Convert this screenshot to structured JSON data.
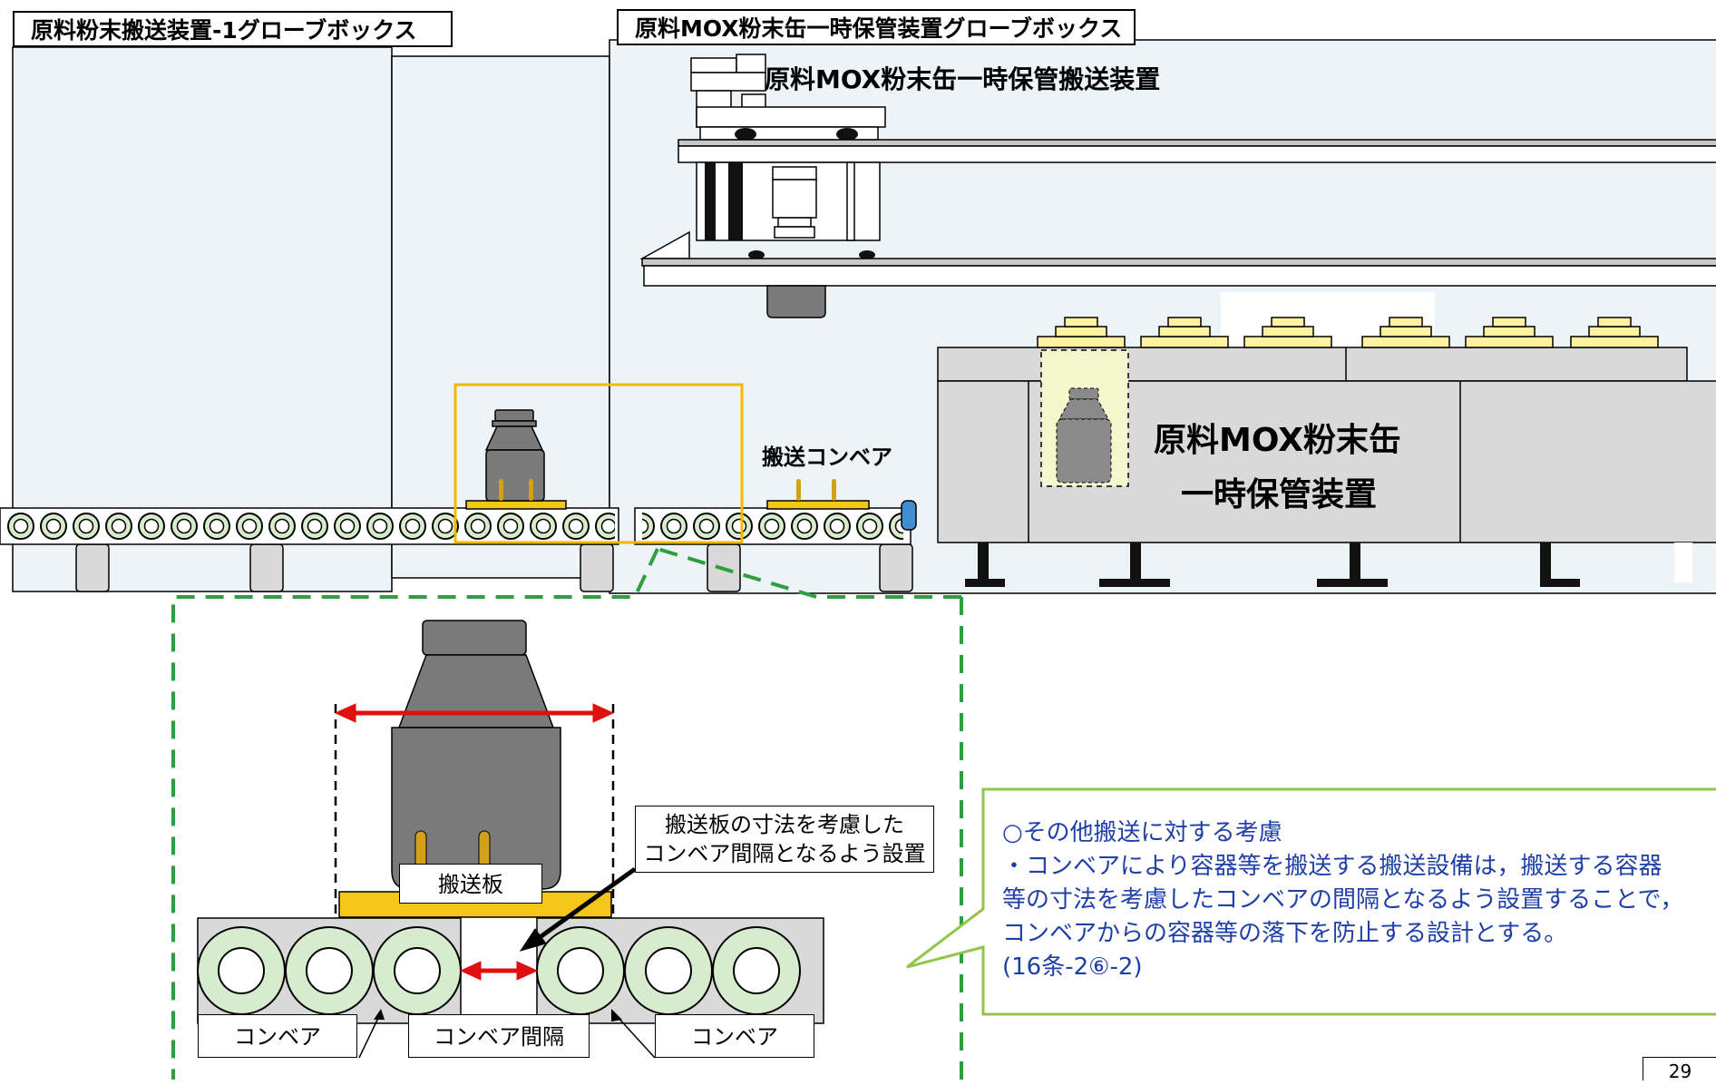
{
  "titles": {
    "left_gb": "原料粉末搬送装置-1グローブボックス",
    "right_gb": "原料MOX粉末缶一時保管装置グローブボックス"
  },
  "labels": {
    "transfer_device": "原料MOX粉末缶一時保管搬送装置",
    "conveyor_top": "搬送コンベア",
    "storage_line1": "原料MOX粉末缶",
    "storage_line2": "一時保管装置"
  },
  "detail": {
    "plate": "搬送板",
    "note_line1": "搬送板の寸法を考慮した",
    "note_line2": "コンベア間隔となるよう設置",
    "conveyor_left": "コンベア",
    "gap": "コンベア間隔",
    "conveyor_right": "コンベア"
  },
  "callout": {
    "heading": "○その他搬送に対する考慮",
    "lines": [
      "・コンベアにより容器等を搬送する搬送設備は，搬送する容器",
      "等の寸法を考慮したコンベアの間隔となるよう設置することで，",
      "コンベアからの容器等の落下を防止する設計とする。",
      "(16条-2⑥-2)"
    ]
  },
  "page_number": "29",
  "colors": {
    "highlight_box": "#f5b800",
    "detail_border": "#2e9e3e",
    "callout_border": "#92c54a",
    "callout_text": "#1f3fa8",
    "arrow_red": "#e01010",
    "plate": "#f5c518",
    "roller_fill": "#d6eccc",
    "equipment_gray": "#d9d9d9",
    "canister_gray": "#7a7a7a"
  }
}
